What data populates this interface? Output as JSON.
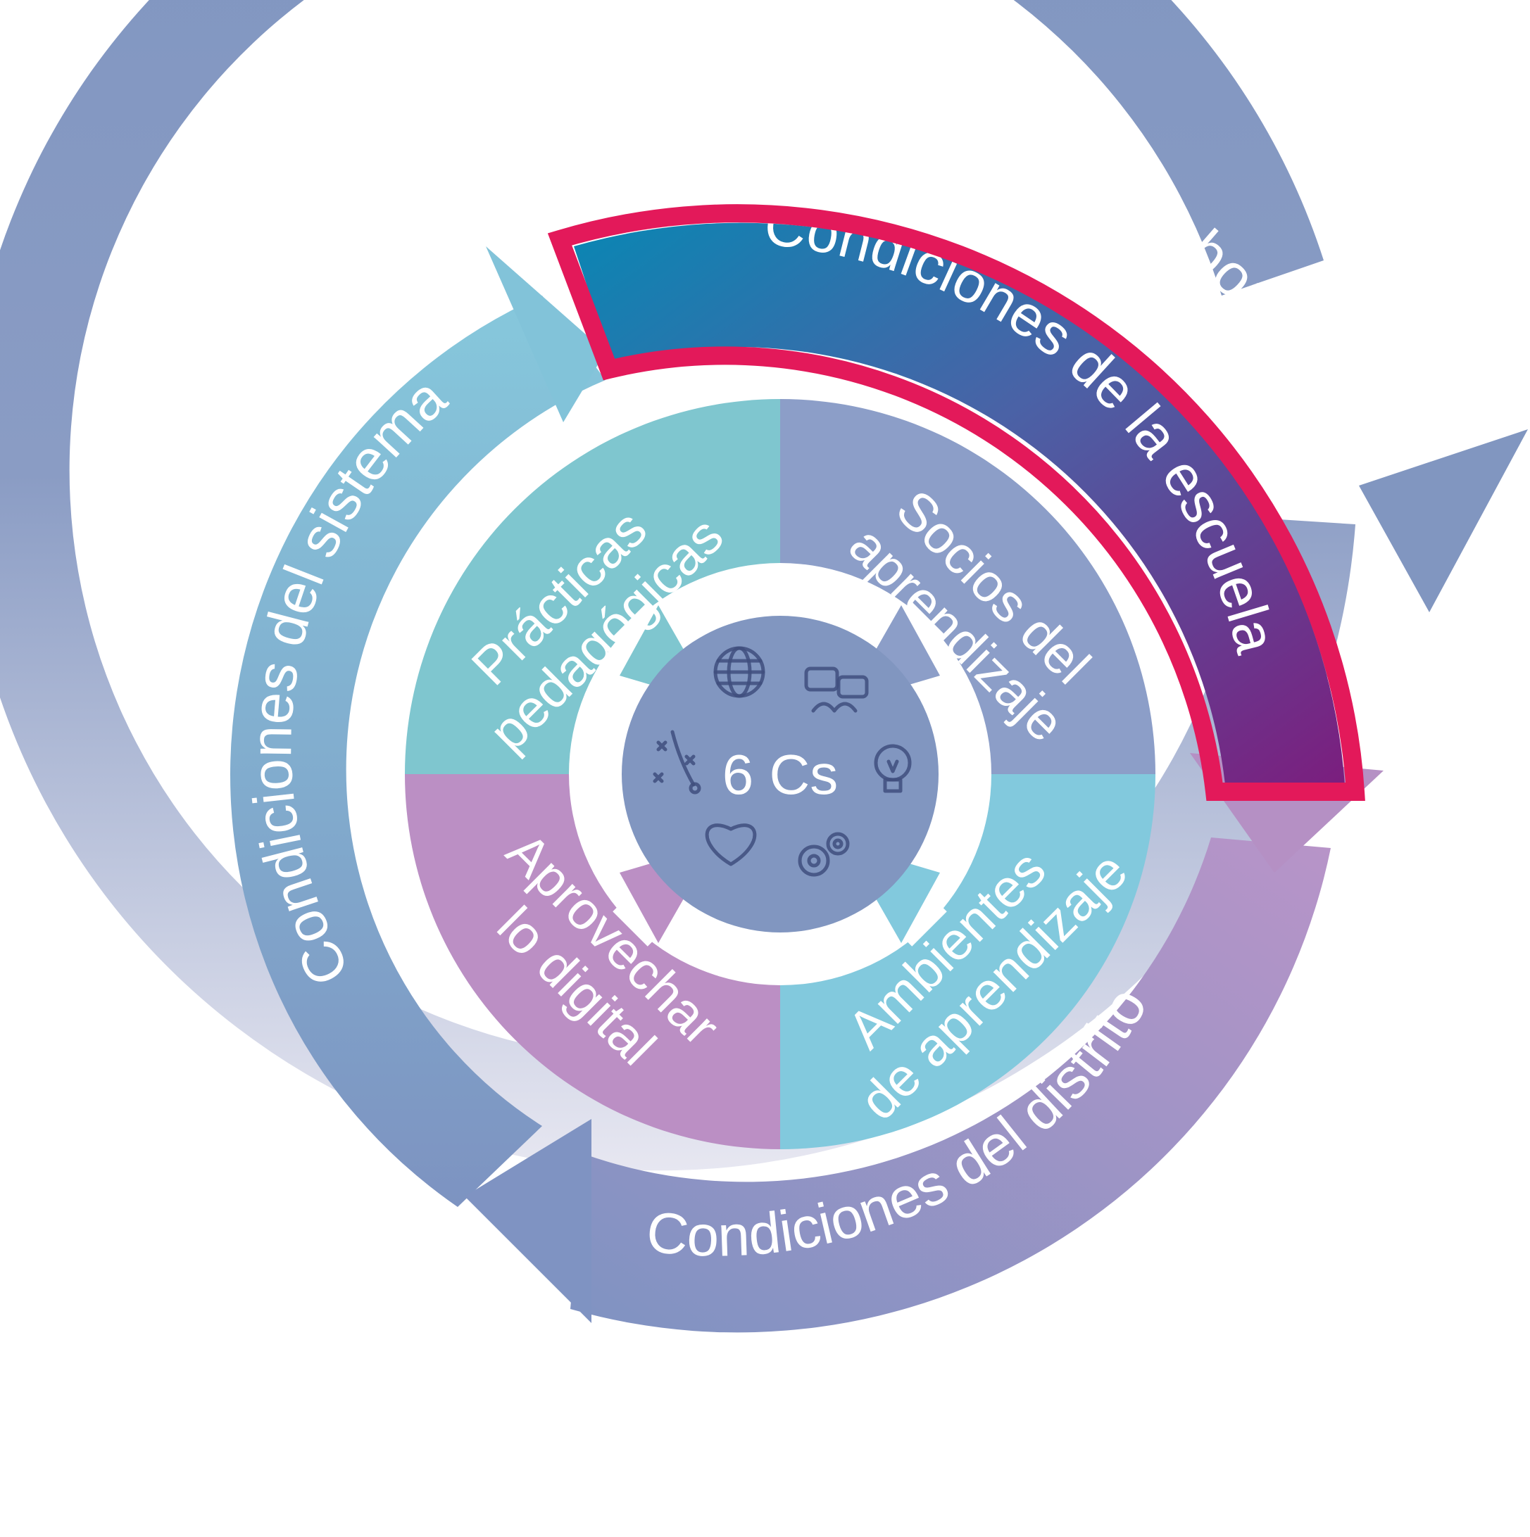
{
  "diagram": {
    "center": {
      "label": "6 Cs",
      "icons": [
        "globe-icon",
        "chat-bubbles-icon",
        "lightbulb-icon",
        "gears-icon",
        "heart-icon",
        "strategy-play-icon"
      ]
    },
    "quadrants": {
      "top_left": {
        "line1": "Prácticas",
        "line2": "pedagógicas"
      },
      "top_right": {
        "line1": "Socios del",
        "line2": "aprendizaje"
      },
      "bottom_left": {
        "line1": "Aprovechar",
        "line2": "lo digital"
      },
      "bottom_right": {
        "line1": "Ambientes",
        "line2": "de aprendizaje"
      }
    },
    "rings": {
      "outer": "Investigación colaborativa",
      "school": "Condiciones de la escuela",
      "system": "Condiciones del sistema",
      "district": "Condiciones del distrito"
    },
    "highlight": {
      "target": "Condiciones de la escuela",
      "color": "#e3195a"
    },
    "colors": {
      "outer_ring": "#8196c0",
      "system": "#82c3d9",
      "school_start": "#0a86b3",
      "school_end": "#7b1e7e",
      "district": "#b590c4",
      "quad_top_left": "#7fc6cf",
      "quad_top_right": "#8c9ec8",
      "quad_bottom_left": "#bb8fc4",
      "quad_bottom_right": "#82c9dd",
      "center_circle": "#8196c0"
    }
  }
}
